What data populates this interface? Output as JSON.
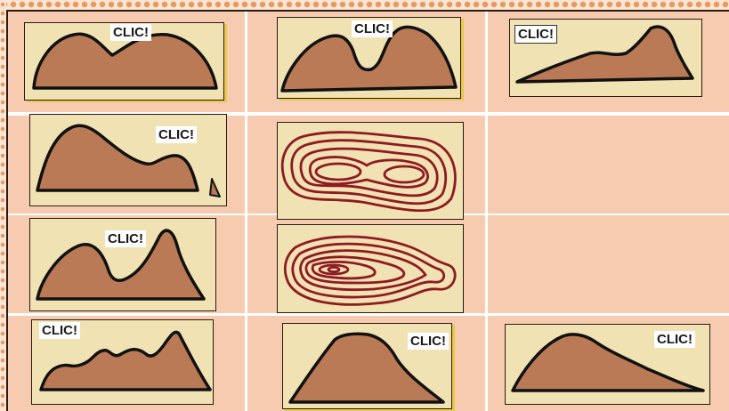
{
  "activity": {
    "clic_label": "CLIC!",
    "mountain_color": "#b97a55",
    "card_color": "#f1e2b4",
    "contour_color": "#8e1a22",
    "background_color": "#f7cbb0"
  },
  "profile_cards": [
    {
      "id": 1,
      "label": "CLIC!"
    },
    {
      "id": 2,
      "label": "CLIC!"
    },
    {
      "id": 3,
      "label": "CLIC!"
    },
    {
      "id": 4,
      "label": "CLIC!"
    },
    {
      "id": 5,
      "label": "CLIC!"
    },
    {
      "id": 6,
      "label": "CLIC!"
    },
    {
      "id": 7,
      "label": "CLIC!"
    },
    {
      "id": 8,
      "label": "CLIC!"
    }
  ],
  "contour_maps": [
    {
      "id": "map-two-peaks",
      "peaks": 2
    },
    {
      "id": "map-one-peak",
      "peaks": 1
    }
  ]
}
